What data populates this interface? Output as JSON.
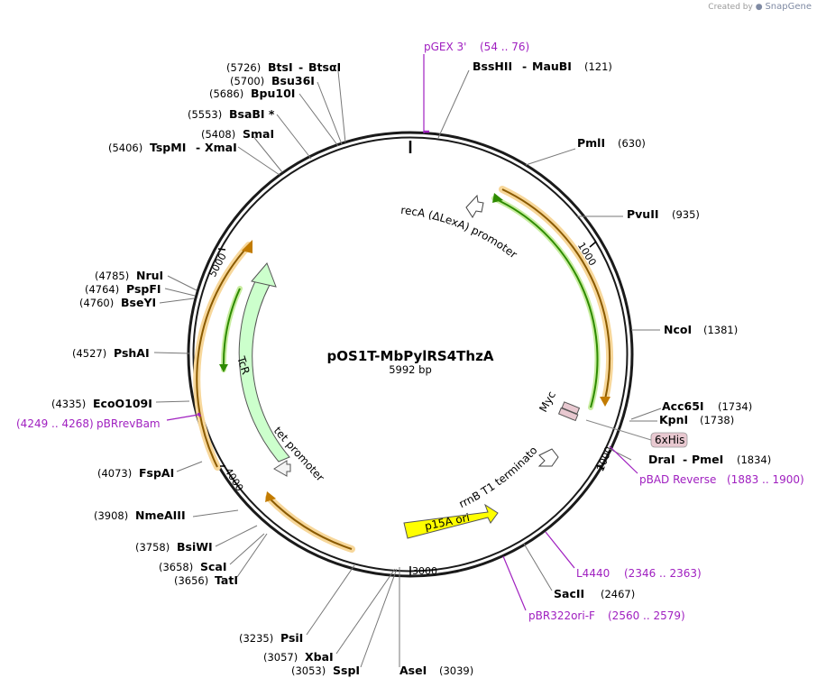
{
  "credit": {
    "prefix": "Created by",
    "brand": "SnapGene"
  },
  "plasmid": {
    "name": "pOS1T-MbPylRS4ThzA",
    "length_label": "5992 bp",
    "length_bp": 5992
  },
  "ticks": [
    {
      "label": "1000",
      "bp": 1000
    },
    {
      "label": "2000",
      "bp": 2000
    },
    {
      "label": "3000",
      "bp": 3000
    },
    {
      "label": "4000",
      "bp": 4000
    },
    {
      "label": "5000",
      "bp": 5000
    }
  ],
  "features": [
    {
      "name": "recA (ΔLexA) promoter",
      "type": "promoter"
    },
    {
      "name": "Myc",
      "type": "tag"
    },
    {
      "name": "6xHis",
      "type": "tag"
    },
    {
      "name": "rrnB T1 terminator",
      "type": "terminator"
    },
    {
      "name": "p15A ori",
      "type": "origin"
    },
    {
      "name": "tet promoter",
      "type": "promoter"
    },
    {
      "name": "TcR",
      "type": "cds"
    }
  ],
  "colors": {
    "cds_fill": "#ccffcc",
    "ori_fill": "#ffff00",
    "primer": "#a020c0",
    "orange_arc": "#f5a623",
    "green_arc": "#2e8b00",
    "tag_fill": "#e8c8d0"
  },
  "sites": [
    {
      "id": "s121",
      "name": "BssHII",
      "name2": "MauBI",
      "pos": "(121)"
    },
    {
      "id": "s630",
      "name": "PmlI",
      "pos": "(630)"
    },
    {
      "id": "s935",
      "name": "PvuII",
      "pos": "(935)"
    },
    {
      "id": "s1381",
      "name": "NcoI",
      "pos": "(1381)"
    },
    {
      "id": "s1734",
      "name": "Acc65I",
      "pos": "(1734)"
    },
    {
      "id": "s1738",
      "name": "KpnI",
      "pos": "(1738)"
    },
    {
      "id": "s1834",
      "name": "DraI",
      "name2": "PmeI",
      "pos": "(1834)"
    },
    {
      "id": "s2467",
      "name": "SacII",
      "pos": "(2467)"
    },
    {
      "id": "s3039",
      "name": "AseI",
      "pos": "(3039)"
    },
    {
      "id": "s3053",
      "name": "SspI",
      "pos": "(3053)"
    },
    {
      "id": "s3057",
      "name": "XbaI",
      "pos": "(3057)"
    },
    {
      "id": "s3235",
      "name": "PsiI",
      "pos": "(3235)"
    },
    {
      "id": "s3656",
      "name": "TatI",
      "pos": "(3656)"
    },
    {
      "id": "s3658",
      "name": "ScaI",
      "pos": "(3658)"
    },
    {
      "id": "s3758",
      "name": "BsiWI",
      "pos": "(3758)"
    },
    {
      "id": "s3908",
      "name": "NmeAIII",
      "pos": "(3908)"
    },
    {
      "id": "s4073",
      "name": "FspAI",
      "pos": "(4073)"
    },
    {
      "id": "s4335",
      "name": "EcoO109I",
      "pos": "(4335)"
    },
    {
      "id": "s4527",
      "name": "PshAI",
      "pos": "(4527)"
    },
    {
      "id": "s4760",
      "name": "BseYI",
      "pos": "(4760)"
    },
    {
      "id": "s4764",
      "name": "PspFI",
      "pos": "(4764)"
    },
    {
      "id": "s4785",
      "name": "NruI",
      "pos": "(4785)"
    },
    {
      "id": "s5406",
      "name": "TspMI",
      "name2": "XmaI",
      "pos": "(5406)"
    },
    {
      "id": "s5408",
      "name": "SmaI",
      "pos": "(5408)"
    },
    {
      "id": "s5553",
      "name": "BsaBI *",
      "pos": "(5553)"
    },
    {
      "id": "s5686",
      "name": "Bpu10I",
      "pos": "(5686)"
    },
    {
      "id": "s5700",
      "name": "Bsu36I",
      "pos": "(5700)"
    },
    {
      "id": "s5726",
      "name": "BtsI",
      "name2": "BtsαI",
      "pos": "(5726)"
    }
  ],
  "primers": [
    {
      "id": "pgex",
      "name": "pGEX 3'",
      "range": "(54 .. 76)"
    },
    {
      "id": "pbad",
      "name": "pBAD Reverse",
      "range": "(1883 .. 1900)"
    },
    {
      "id": "l4440",
      "name": "L4440",
      "range": "(2346 .. 2363)"
    },
    {
      "id": "pbr322",
      "name": "pBR322ori-F",
      "range": "(2560 .. 2579)"
    },
    {
      "id": "pbrrev",
      "name": "pBRrevBam",
      "range": "(4249 .. 4268)"
    }
  ]
}
